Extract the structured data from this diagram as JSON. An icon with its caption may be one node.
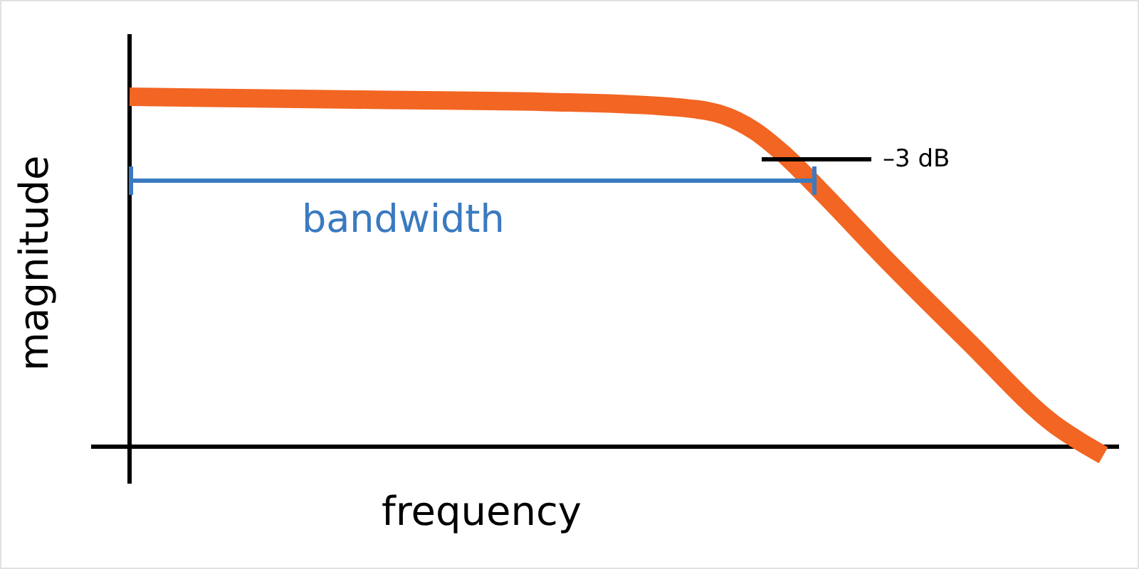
{
  "diagram": {
    "labels": [
      "magnitude",
      "–3 dB",
      "bandwidth",
      "frequency"
    ]
  }
}
